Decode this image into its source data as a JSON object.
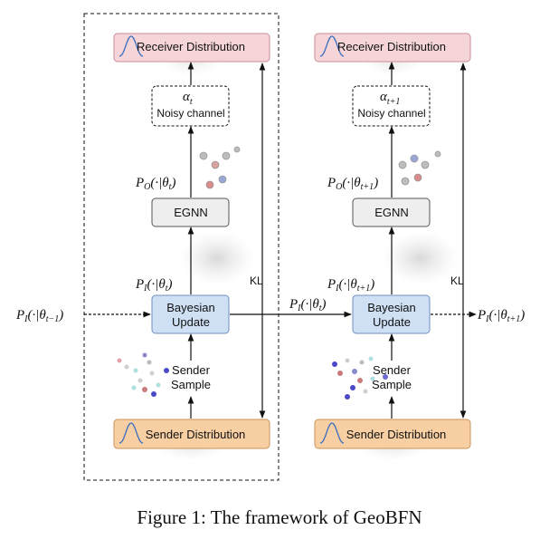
{
  "left_column": {
    "receiver": "Receiver Distribution",
    "alpha": "α",
    "alpha_sub": "t",
    "noisy": "Noisy channel",
    "po_label": "P_O(·|θ_t)",
    "egnn": "EGNN",
    "pi_label": "P_I(·|θ_t)",
    "bayes_line1": "Bayesian",
    "bayes_line2": "Update",
    "sender_sample_line1": "Sender",
    "sender_sample_line2": "Sample",
    "sender_dist": "Sender Distribution",
    "kl": "KL"
  },
  "right_column": {
    "receiver": "Receiver Distribution",
    "alpha": "α",
    "alpha_sub": "t+1",
    "noisy": "Noisy channel",
    "po_label": "P_O(·|θ_{t+1})",
    "egnn": "EGNN",
    "pi_label": "P_I(·|θ_{t+1})",
    "bayes_line1": "Bayesian",
    "bayes_line2": "Update",
    "sender_sample_line1": "Sender",
    "sender_sample_line2": "Sample",
    "sender_dist": "Sender Distribution",
    "kl": "KL"
  },
  "flow": {
    "input": "P_I(·|θ_{t−1})",
    "middle": "P_I(·|θ_t)",
    "output": "P_I(·|θ_{t+1})"
  },
  "caption": "Figure 1: The framework of GeoBFN",
  "colors": {
    "receiver_fill": "#f6d5d9",
    "receiver_stroke": "#c98e96",
    "egnn_fill": "#eeeeee",
    "bayes_fill": "#cfe0f5",
    "bayes_stroke": "#6f8fc0",
    "sender_fill": "#f7cfa3",
    "sender_stroke": "#c8935a",
    "curve": "#3b6fbf"
  }
}
